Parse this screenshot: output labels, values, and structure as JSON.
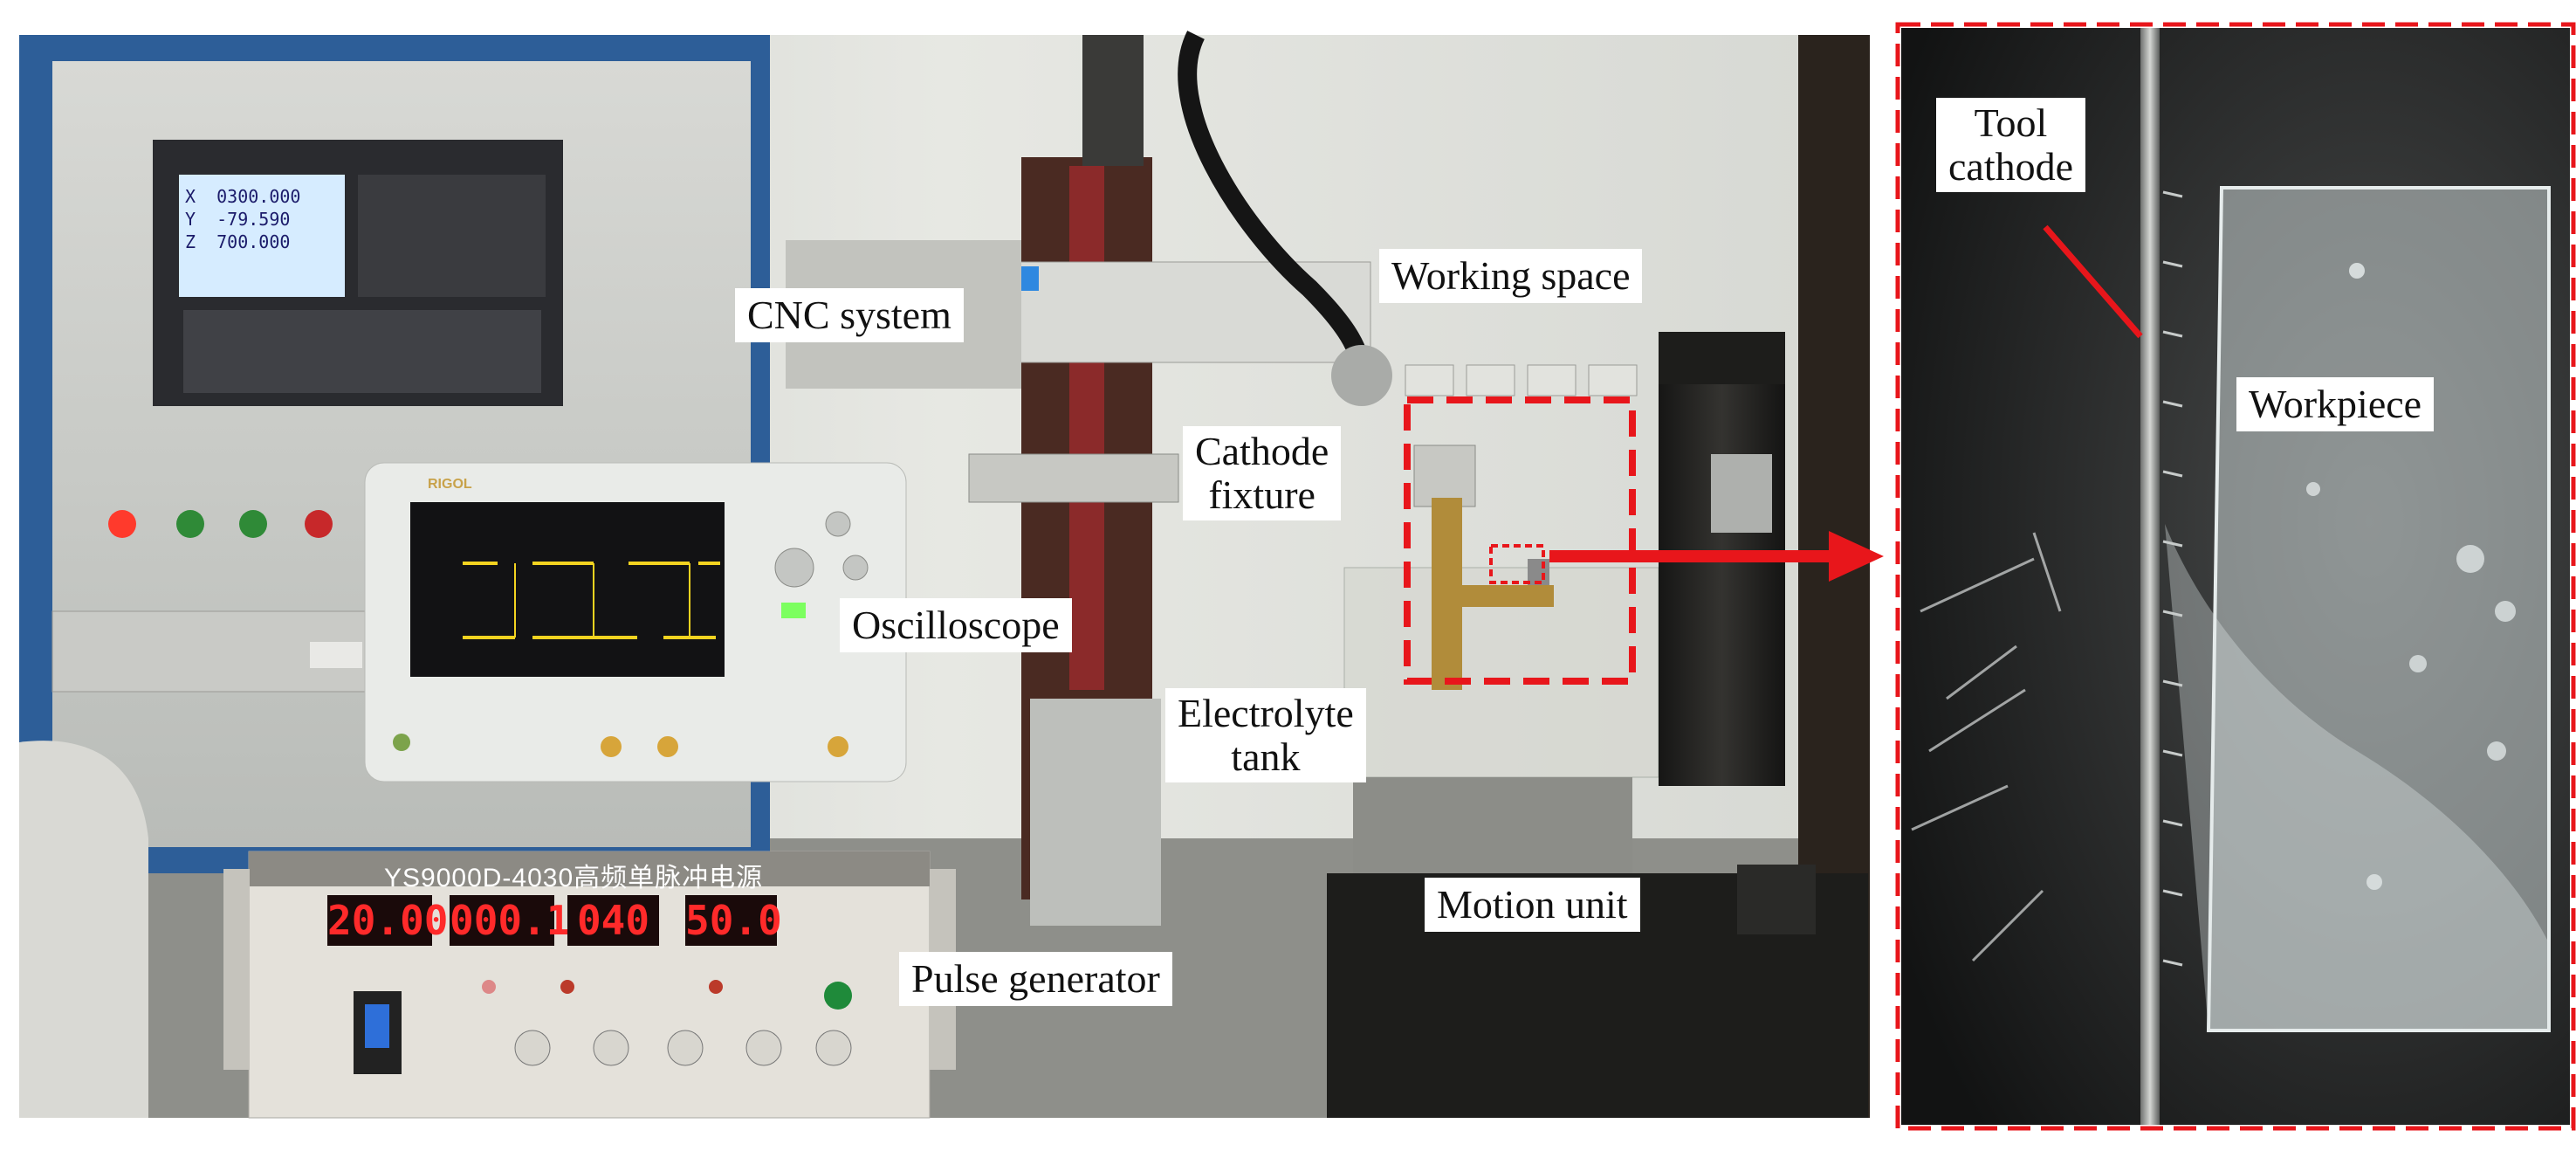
{
  "labels": {
    "cnc_system": "CNC system",
    "working_space": "Working space",
    "cathode_fixture_line1": "Cathode",
    "cathode_fixture_line2": "fixture",
    "oscilloscope": "Oscilloscope",
    "electrolyte_tank_line1": "Electrolyte",
    "electrolyte_tank_line2": "tank",
    "motion_unit": "Motion unit",
    "pulse_generator": "Pulse generator",
    "tool_cathode_line1": "Tool",
    "tool_cathode_line2": "cathode",
    "workpiece": "Workpiece"
  },
  "equipment": {
    "psu_model": "YS9000D-4030高频单脉冲电源",
    "psu_displays": [
      "20.00",
      "000.1",
      "040",
      "50.0"
    ],
    "oscilloscope_brand": "RIGOL",
    "cnc_readout": [
      "0300.000",
      "-79.590",
      "700.000"
    ],
    "cnc_axes": [
      "X",
      "Y",
      "Z"
    ]
  },
  "colors": {
    "annotation_red": "#e8161b",
    "dashed_box": "#e8161b",
    "label_bg": "#ffffff"
  }
}
